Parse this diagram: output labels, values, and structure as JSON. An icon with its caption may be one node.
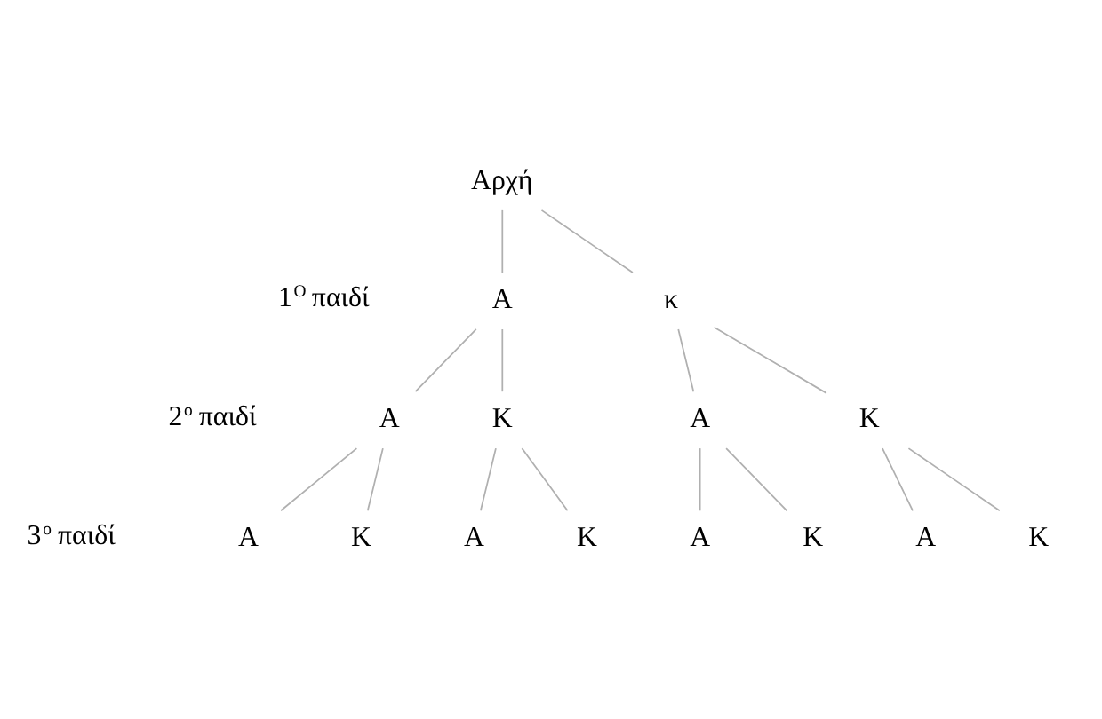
{
  "diagram": {
    "nodes": [
      {
        "text": [
          "Αρχή"
        ]
      },
      {
        "text": [
          "Α"
        ]
      },
      {
        "text": [
          "κ"
        ]
      },
      {
        "text": [
          "Α"
        ]
      },
      {
        "text": [
          "Κ"
        ]
      },
      {
        "text": [
          "Α"
        ]
      },
      {
        "text": [
          "Κ"
        ]
      },
      {
        "text": [
          "Α"
        ]
      },
      {
        "text": [
          "Κ"
        ]
      },
      {
        "text": [
          "Α"
        ]
      },
      {
        "text": [
          "Κ"
        ]
      },
      {
        "text": [
          "Α"
        ]
      },
      {
        "text": [
          "Κ"
        ]
      },
      {
        "text": [
          "Α"
        ]
      },
      {
        "text": [
          "Κ"
        ]
      }
    ],
    "edges": [
      {
        "from": 0,
        "to": 1,
        "arrow": "none"
      },
      {
        "from": 0,
        "to": 2,
        "arrow": "none"
      },
      {
        "from": 1,
        "to": 3,
        "arrow": "none"
      },
      {
        "from": 1,
        "to": 4,
        "arrow": "none"
      },
      {
        "from": 2,
        "to": 5,
        "arrow": "none"
      },
      {
        "from": 2,
        "to": 6,
        "arrow": "none"
      },
      {
        "from": 3,
        "to": 7,
        "arrow": "none"
      },
      {
        "from": 3,
        "to": 8,
        "arrow": "none"
      },
      {
        "from": 4,
        "to": 9,
        "arrow": "none"
      },
      {
        "from": 4,
        "to": 10,
        "arrow": "none"
      },
      {
        "from": 5,
        "to": 11,
        "arrow": "none"
      },
      {
        "from": 5,
        "to": 12,
        "arrow": "none"
      },
      {
        "from": 6,
        "to": 13,
        "arrow": "none"
      },
      {
        "from": 6,
        "to": 14,
        "arrow": "none"
      }
    ],
    "labels": [
      "1$^{O}$ παιδί",
      "2$^{o}$ παιδί",
      "3$^{o}$ παιδί"
    ]
  }
}
